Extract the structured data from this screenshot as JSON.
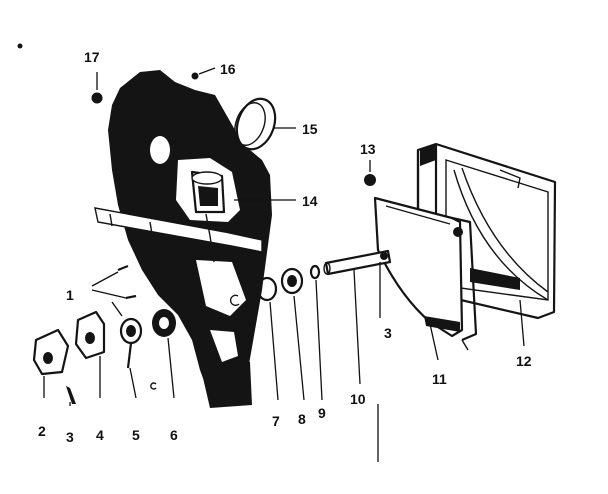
{
  "labels": {
    "l1": "1",
    "l2": "2",
    "l3": "3",
    "l3b": "3",
    "l4": "4",
    "l5": "5",
    "l6": "6",
    "l7": "7",
    "l8": "8",
    "l9": "9",
    "l10": "10",
    "l11": "11",
    "l12": "12",
    "l13": "13",
    "l14": "14",
    "l15": "15",
    "l16": "16",
    "l17": "17"
  },
  "colors": {
    "ink": "#141414",
    "background": "#ffffff"
  }
}
